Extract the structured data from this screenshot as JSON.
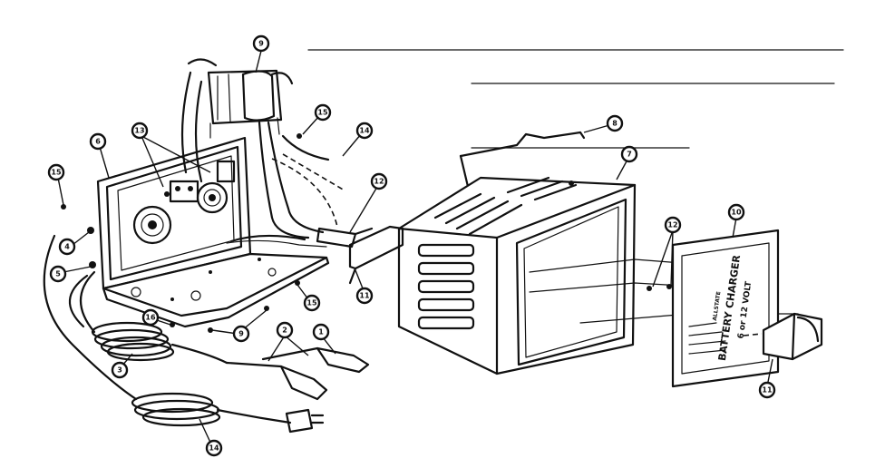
{
  "callouts": [
    {
      "id": "c9-top",
      "label": "9"
    },
    {
      "id": "c15-a",
      "label": "15"
    },
    {
      "id": "c14-a",
      "label": "14"
    },
    {
      "id": "c13",
      "label": "13"
    },
    {
      "id": "c6",
      "label": "6"
    },
    {
      "id": "c15-b",
      "label": "15"
    },
    {
      "id": "c4",
      "label": "4"
    },
    {
      "id": "c5",
      "label": "5"
    },
    {
      "id": "c12-a",
      "label": "12"
    },
    {
      "id": "c8",
      "label": "8"
    },
    {
      "id": "c7",
      "label": "7"
    },
    {
      "id": "c12-b",
      "label": "12"
    },
    {
      "id": "c10",
      "label": "10"
    },
    {
      "id": "c11-a",
      "label": "11"
    },
    {
      "id": "c15-c",
      "label": "15"
    },
    {
      "id": "c16",
      "label": "16"
    },
    {
      "id": "c9-bottom",
      "label": "9"
    },
    {
      "id": "c2",
      "label": "2"
    },
    {
      "id": "c1",
      "label": "1"
    },
    {
      "id": "c3",
      "label": "3"
    },
    {
      "id": "c14-b",
      "label": "14"
    },
    {
      "id": "c11-b",
      "label": "11"
    }
  ],
  "nameplate": {
    "title": "BATTERY CHARGER",
    "rating": "6 or 12 VOLT",
    "brand": "ALLSTATE"
  }
}
